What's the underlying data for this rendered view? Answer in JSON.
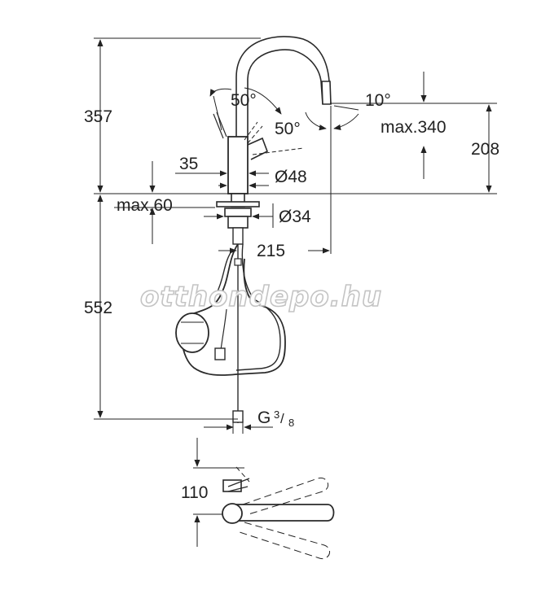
{
  "dimensions": {
    "total_height_top": "357",
    "angle_left": "50°",
    "angle_right": "50°",
    "spout_angle": "10°",
    "spout_max": "max.340",
    "spout_height": "208",
    "body_width": "35",
    "body_diameter": "Ø48",
    "deck_max": "max.60",
    "shank_diameter": "Ø34",
    "reach": "215",
    "below_deck": "552",
    "connection_thread": "G",
    "thread_num": "3",
    "thread_den": "8",
    "top_view_height": "110"
  },
  "watermark": "otthondepo.hu",
  "colors": {
    "line": "#222222",
    "watermark_stroke": "#c4c4c4"
  }
}
